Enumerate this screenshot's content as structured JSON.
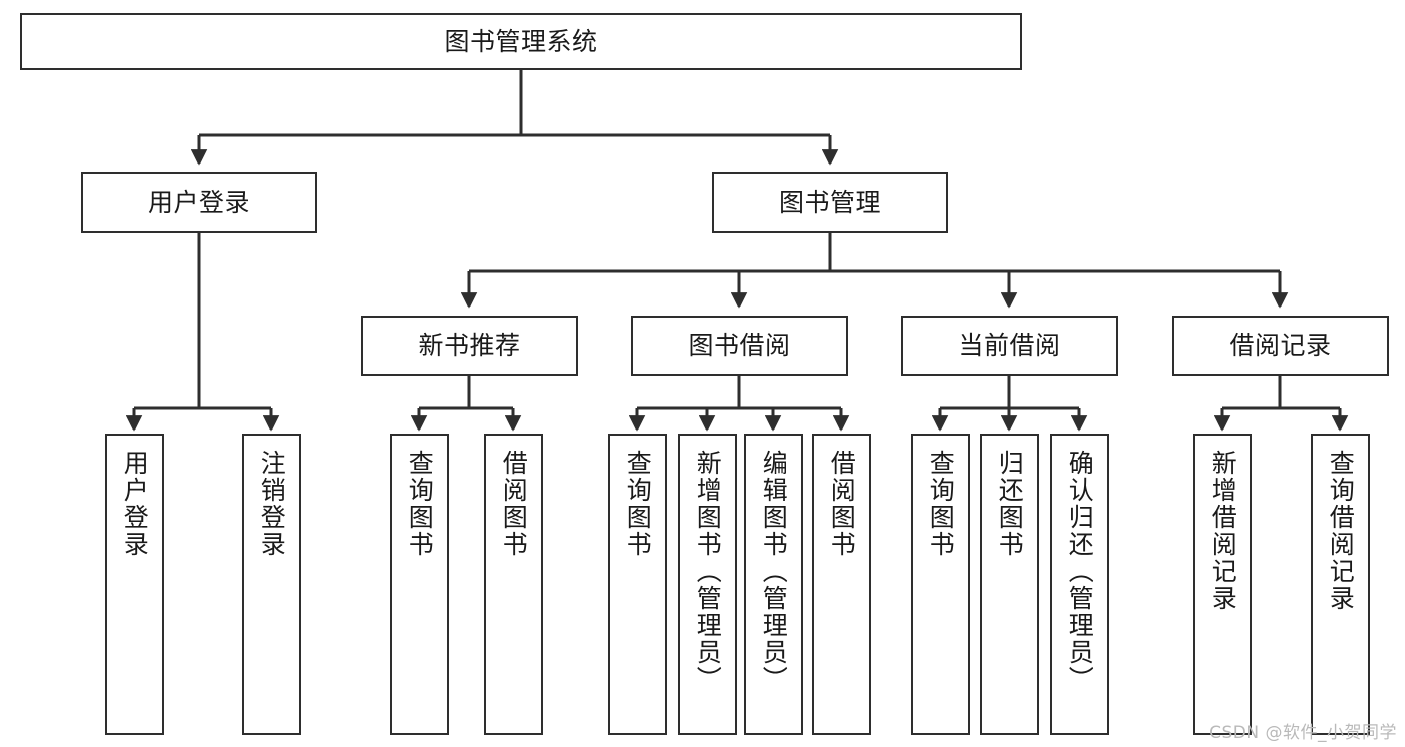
{
  "diagram": {
    "title": "图书管理系统",
    "type": "tree-hierarchy-chart",
    "watermark": "CSDN @软件_小贺同学",
    "colors": {
      "box_border": "#2e2e2e",
      "box_fill": "#ffffff",
      "edge": "#2e2e2e",
      "text": "#1a1a1a",
      "watermark": "#b9b9b9",
      "background": "#ffffff"
    },
    "levels": {
      "root": {
        "label": "图书管理系统"
      },
      "level2": [
        {
          "label": "用户登录"
        },
        {
          "label": "图书管理"
        }
      ],
      "level3": [
        {
          "label": "新书推荐"
        },
        {
          "label": "图书借阅"
        },
        {
          "label": "当前借阅"
        },
        {
          "label": "借阅记录"
        }
      ],
      "leaves": {
        "user_login": [
          {
            "label": "用户登录"
          },
          {
            "label": "注销登录"
          }
        ],
        "new_book_recommend": [
          {
            "label": "查询图书"
          },
          {
            "label": "借阅图书"
          }
        ],
        "book_borrow": [
          {
            "label": "查询图书"
          },
          {
            "label": "新增图书（管理员）"
          },
          {
            "label": "编辑图书（管理员）"
          },
          {
            "label": "借阅图书"
          }
        ],
        "current_borrow": [
          {
            "label": "查询图书"
          },
          {
            "label": "归还图书"
          },
          {
            "label": "确认归还（管理员）"
          }
        ],
        "borrow_record": [
          {
            "label": "新增借阅记录"
          },
          {
            "label": "查询借阅记录"
          }
        ]
      }
    }
  }
}
